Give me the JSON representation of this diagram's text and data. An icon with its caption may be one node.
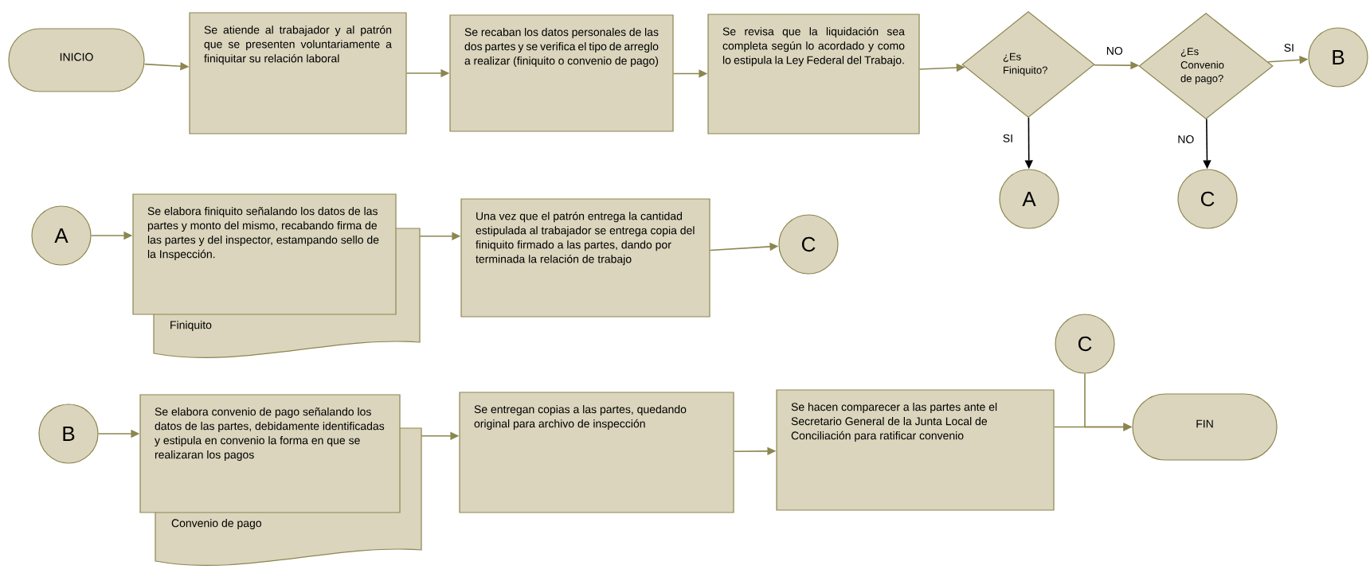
{
  "diagram": {
    "nodes": [
      {
        "text": [
          "INICIO"
        ]
      },
      {
        "text": [
          "Se atiende al trabajador y al patrón que se presenten voluntariamente a finiquitar su relación laboral"
        ]
      },
      {
        "text": [
          "Se recaban los datos personales de las dos partes y se verifica el tipo de arreglo a realizar (finiquito o convenio de pago)"
        ]
      },
      {
        "text": [
          "Se revisa que la liquidación sea completa según lo acordado y como lo estipula la Ley Federal del Trabajo."
        ]
      },
      {
        "text": [
          "¿Es Finiquito?"
        ]
      },
      {
        "text": [
          "¿Es Convenio de pago?"
        ]
      },
      {
        "text": [
          "B"
        ]
      },
      {
        "text": [
          "A"
        ]
      },
      {
        "text": [
          "C"
        ]
      },
      {
        "text": [
          "A"
        ]
      },
      {
        "text": [
          "Se elabora finiquito señalando los datos de las partes y monto del mismo, recabando firma de las partes y del inspector, estampando sello de la Inspección."
        ]
      },
      {
        "text": [
          "Finiquito"
        ]
      },
      {
        "text": [
          "Una vez que el patrón entrega la cantidad estipulada al trabajador se entrega copia del finiquito firmado a las partes, dando por terminada la relación de trabajo"
        ]
      },
      {
        "text": [
          "C"
        ]
      },
      {
        "text": [
          "C"
        ]
      },
      {
        "text": [
          "B"
        ]
      },
      {
        "text": [
          "Se elabora convenio de pago señalando los datos de las partes, debidamente identificadas y estipula en convenio la forma en que se realizaran los pagos"
        ]
      },
      {
        "text": [
          "Convenio de pago"
        ]
      },
      {
        "text": [
          "Se entregan copias a las partes, quedando original para archivo de inspección"
        ]
      },
      {
        "text": [
          "Se hacen comparecer a las partes ante el Secretario General de la Junta Local de Conciliación para ratificar convenio"
        ]
      },
      {
        "text": [
          "FIN"
        ]
      }
    ],
    "edges": [
      {
        "from": 0,
        "to": 1,
        "arrow": "to"
      },
      {
        "from": 1,
        "to": 2,
        "arrow": "to"
      },
      {
        "from": 2,
        "to": 3,
        "arrow": "to"
      },
      {
        "from": 3,
        "to": 4,
        "arrow": "to"
      },
      {
        "from": 4,
        "to": 5,
        "arrow": "to",
        "label": "NO"
      },
      {
        "from": 5,
        "to": 6,
        "arrow": "to",
        "label": "SI"
      },
      {
        "from": 4,
        "to": 7,
        "arrow": "to",
        "label": "SI",
        "color": "#000000"
      },
      {
        "from": 5,
        "to": 8,
        "arrow": "to",
        "label": "NO",
        "color": "#000000"
      },
      {
        "from": 9,
        "to": 10,
        "arrow": "to"
      },
      {
        "from": 11,
        "to": 12,
        "arrow": "to"
      },
      {
        "from": 12,
        "to": 13,
        "arrow": "to"
      },
      {
        "from": 15,
        "to": 16,
        "arrow": "to"
      },
      {
        "from": 17,
        "to": 18,
        "arrow": "to"
      },
      {
        "from": 18,
        "to": 19,
        "arrow": "to"
      },
      {
        "from": 19,
        "to": 20,
        "arrow": "to"
      },
      {
        "from": 14,
        "to": 20,
        "arrow": "to"
      }
    ]
  }
}
